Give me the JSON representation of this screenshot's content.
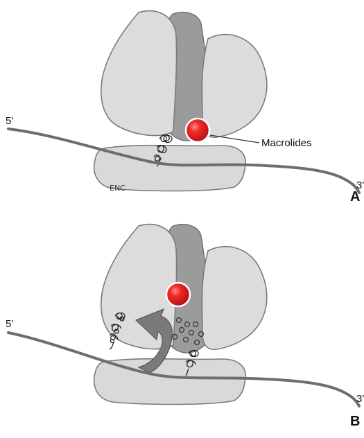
{
  "panel_a": {
    "five_prime": "5'",
    "three_prime": "3'",
    "drug_label": "Macrolides",
    "panel_letter": "A",
    "artist_signature": "ENC"
  },
  "panel_b": {
    "five_prime": "5'",
    "three_prime": "3'",
    "panel_letter": "B"
  },
  "colors": {
    "subunit_light": "#d9d9d9",
    "subunit_dark": "#9b9b9b",
    "outline": "#777777",
    "mrna": "#6e6e6e",
    "macrolide": "#e8202a",
    "arrow": "#7a7a7a"
  }
}
